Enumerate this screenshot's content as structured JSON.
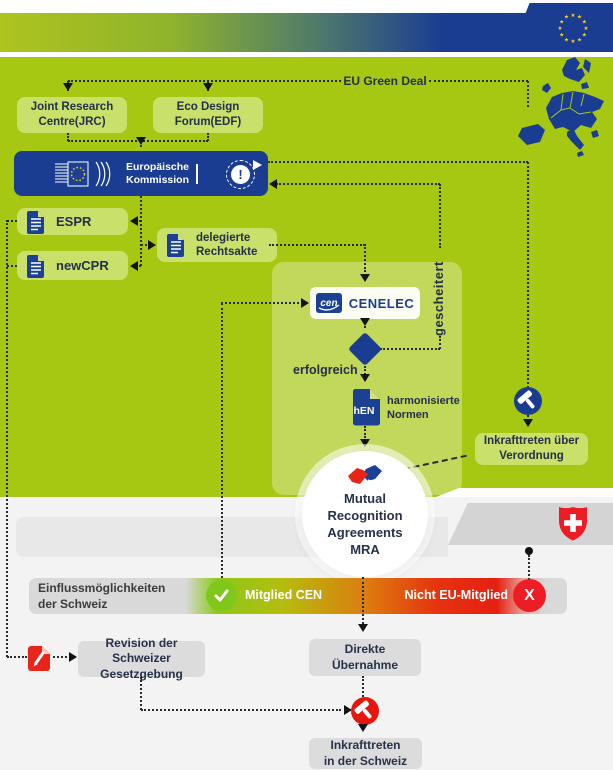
{
  "colors": {
    "eu_green": "#a6c813",
    "eu_blue": "#1b3d91",
    "box_green": "#c9e06b",
    "alert_red": "#e8251b",
    "swiss_red": "#ee1c25",
    "gray_box": "#dcdcdc"
  },
  "eu": {
    "green_deal": "EU Green Deal",
    "jrc": [
      "Joint Research",
      "Centre(JRC)"
    ],
    "edf": [
      "Eco Design",
      "Forum(EDF)"
    ],
    "commission": [
      "Europäische",
      "Kommission"
    ],
    "alert": "!",
    "espr": "ESPR",
    "newcpr": "newCPR",
    "delegated": [
      "delegierte",
      "Rechtsakte"
    ],
    "cen": "cen",
    "cenelec": "CENELEC",
    "failed": "gescheitert",
    "succeeded": "erfolgreich",
    "hen": "hEN",
    "hen_label": [
      "harmonisierte",
      "Normen"
    ],
    "regulation": [
      "Inkrafttreten über",
      "Verordnung"
    ],
    "mra": [
      "Mutual",
      "Recognition",
      "Agreements",
      "MRA"
    ]
  },
  "ch": {
    "influence": [
      "Einflussmöglichkeiten",
      "der Schweiz"
    ],
    "member_cen": "Mitglied CEN",
    "not_eu": "Nicht EU-Mitglied",
    "x_glyph": "X",
    "revision": [
      "Revision der Schweizer",
      "Gesetzgebung"
    ],
    "adoption": [
      "Direkte",
      "Übernahme"
    ],
    "entry": [
      "Inkrafttreten",
      "in der Schweiz"
    ]
  }
}
